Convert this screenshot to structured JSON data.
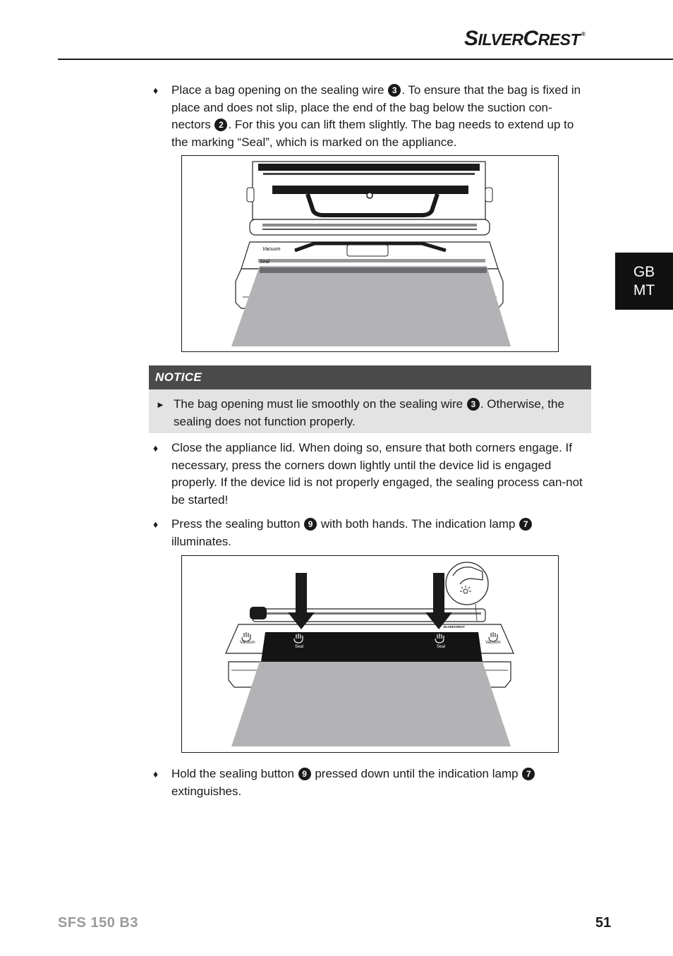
{
  "header": {
    "brand_big_s": "S",
    "brand_ilver": "ILVER",
    "brand_big_c": "C",
    "brand_rest": "REST",
    "brand_reg": "®"
  },
  "lang_tab": {
    "line1": "GB",
    "line2": "MT"
  },
  "bullets": {
    "b1": {
      "marker": "♦",
      "part1": "Place a bag opening on the sealing wire ",
      "ref1": "3",
      "part2": ". To ensure that the bag is fixed in place and does not slip, place the end of the bag below the suction con-nectors ",
      "ref2": "2",
      "part3": ". For this you can lift them slightly. The bag needs to extend up to the marking “Seal”, which is marked on the appliance."
    },
    "b2": {
      "marker": "♦",
      "text": "Close the appliance lid. When doing so, ensure that both corners engage. If necessary, press the corners down lightly until the device lid is engaged properly. If the device lid is not properly engaged, the sealing process can-not be started!"
    },
    "b3": {
      "marker": "♦",
      "part1": "Press the sealing button ",
      "ref1": "9",
      "part2": " with both hands. The indication lamp ",
      "ref2": "7",
      "part3": " illuminates."
    },
    "b4": {
      "marker": "♦",
      "part1": "Hold the sealing button ",
      "ref1": "9",
      "part2": " pressed down until the indication lamp ",
      "ref2": "7",
      "part3": " extinguishes."
    }
  },
  "notice": {
    "heading": "NOTICE",
    "marker": "►",
    "part1": "The bag opening must lie smoothly on the sealing wire ",
    "ref1": "3",
    "part2": ". Otherwise, the sealing does not function properly."
  },
  "figure1": {
    "label_vacuum": "Vacuum",
    "label_seal": "Seal"
  },
  "figure2": {
    "label_vacuum_left": "Vacuum",
    "label_vacuum_right": "Vacuum",
    "label_seal_left": "Seal",
    "label_seal_right": "Seal",
    "label_brand": "SILVERCREST"
  },
  "footer": {
    "model": "SFS 150 B3",
    "page": "51"
  }
}
